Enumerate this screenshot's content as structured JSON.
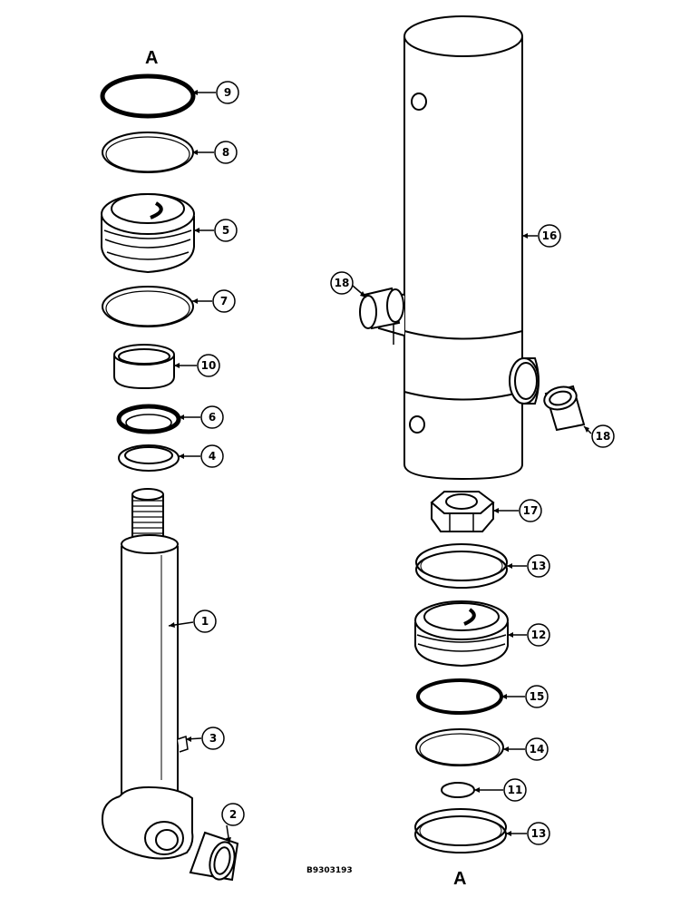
{
  "section_marks": {
    "top": "A",
    "bottom": "A"
  },
  "figure_ref": "B9303193",
  "callouts": {
    "c1": "1",
    "c2": "2",
    "c3": "3",
    "c4": "4",
    "c5": "5",
    "c6": "6",
    "c7": "7",
    "c8": "8",
    "c9": "9",
    "c10": "10",
    "c11": "11",
    "c12": "12",
    "c13a": "13",
    "c13b": "13",
    "c14": "14",
    "c15": "15",
    "c16": "16",
    "c17": "17",
    "c18a": "18",
    "c18b": "18"
  }
}
